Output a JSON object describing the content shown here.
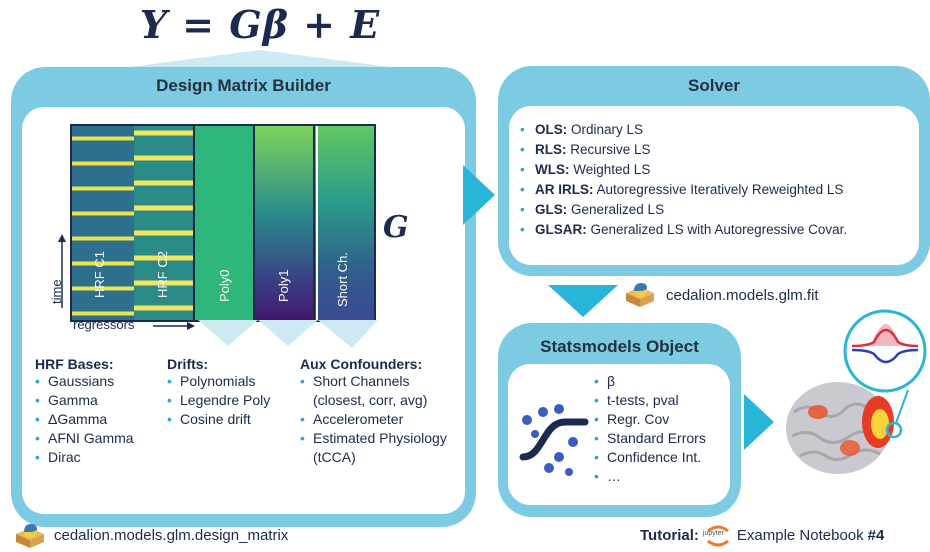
{
  "equation": "Y = Gβ + E",
  "design_matrix": {
    "header": "Design Matrix Builder",
    "matrix_symbol": "G",
    "columns": [
      "HRF C1",
      "HRF C2",
      "Poly0",
      "Poly1",
      "Short Ch."
    ],
    "axis_time": "time",
    "axis_regressors": "regressors",
    "groups": [
      {
        "title": "HRF Bases:",
        "items": [
          "Gaussians",
          "Gamma",
          "ΔGamma",
          "AFNI Gamma",
          "Dirac"
        ]
      },
      {
        "title": "Drifts:",
        "items": [
          "Polynomials",
          "Legendre Poly",
          "Cosine drift"
        ]
      },
      {
        "title": "Aux Confounders:",
        "items": [
          "Short Channels (closest, corr, avg)",
          "Accelerometer",
          "Estimated Physiology (tCCA)"
        ]
      }
    ],
    "module": "cedalion.models.glm.design_matrix"
  },
  "solver": {
    "header": "Solver",
    "items": [
      {
        "abbr": "OLS:",
        "desc": "Ordinary LS"
      },
      {
        "abbr": "RLS:",
        "desc": "Recursive LS"
      },
      {
        "abbr": "WLS:",
        "desc": "Weighted LS"
      },
      {
        "abbr": "AR IRLS:",
        "desc": "Autoregressive Iteratively Reweighted LS"
      },
      {
        "abbr": "GLS:",
        "desc": "Generalized LS"
      },
      {
        "abbr": "GLSAR:",
        "desc": "Generalized LS with Autoregressive Covar."
      }
    ],
    "module": "cedalion.models.glm.fit"
  },
  "statsmodels": {
    "header": "Statsmodels Object",
    "items": [
      "β",
      "t-tests, pval",
      "Regr. Cov",
      "Standard Errors",
      "Confidence Int.",
      "…"
    ]
  },
  "tutorial": {
    "label": "Tutorial:",
    "jupyter": "jupyter",
    "text": "Example Notebook",
    "number": "#4"
  },
  "colors": {
    "panel": "#7dcbe3",
    "arrow": "#29b5d8",
    "navy": "#1b2a4e",
    "bullet": "#2aa7cf"
  }
}
